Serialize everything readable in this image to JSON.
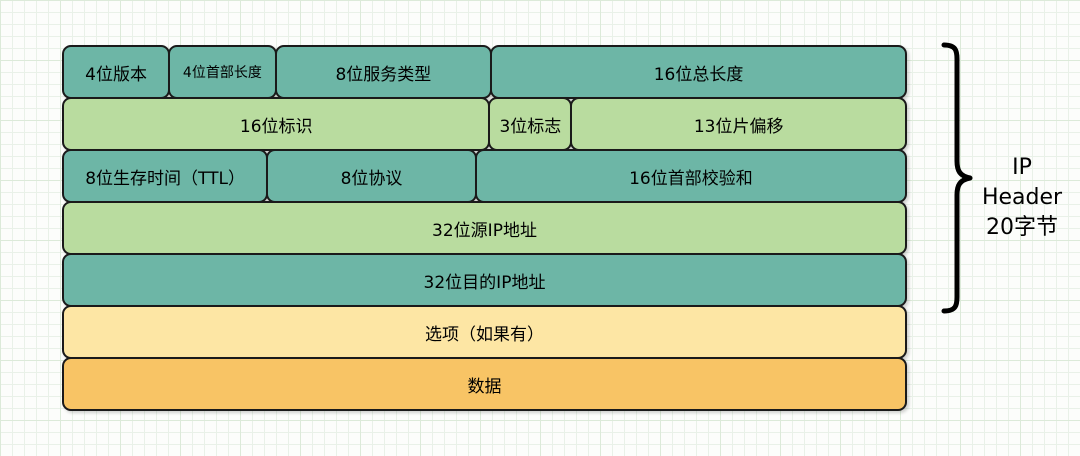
{
  "diagram": {
    "rows": [
      {
        "fill": "teal",
        "cells": [
          {
            "label": "4位版本",
            "width_pct": 12.8
          },
          {
            "label": "4位首部长度",
            "width_pct": 12.6
          },
          {
            "label": "8位服务类型",
            "width_pct": 25.5
          },
          {
            "label": "16位总长度",
            "width_pct": 49.1
          }
        ]
      },
      {
        "fill": "green",
        "cells": [
          {
            "label": "16位标识",
            "width_pct": 50.7
          },
          {
            "label": "3位标志",
            "width_pct": 9.7
          },
          {
            "label": "13位片偏移",
            "width_pct": 39.6
          }
        ]
      },
      {
        "fill": "teal",
        "cells": [
          {
            "label": "8位生存时间（TTL）",
            "width_pct": 24.4
          },
          {
            "label": "8位协议",
            "width_pct": 24.7
          },
          {
            "label": "16位首部校验和",
            "width_pct": 50.9
          }
        ]
      },
      {
        "fill": "green",
        "cells": [
          {
            "label": "32位源IP地址",
            "width_pct": 100
          }
        ]
      },
      {
        "fill": "teal",
        "cells": [
          {
            "label": "32位目的IP地址",
            "width_pct": 100
          }
        ]
      },
      {
        "fill": "yellow",
        "cells": [
          {
            "label": "选项（如果有）",
            "width_pct": 100
          }
        ]
      },
      {
        "fill": "orange",
        "cells": [
          {
            "label": "数据",
            "width_pct": 100
          }
        ]
      }
    ]
  },
  "annotation": {
    "lines": [
      "IP",
      "Header",
      "20字节"
    ]
  },
  "colors": {
    "teal": "#6db6a6",
    "green": "#b9dc9f",
    "yellow": "#fde6a4",
    "orange": "#f8c465",
    "border": "#1a1a1a",
    "text": "#000000",
    "grid_minor": "#e9f1e8",
    "grid_major": "#dcead9",
    "background": "#fcfdfb",
    "brace": "#000000"
  }
}
